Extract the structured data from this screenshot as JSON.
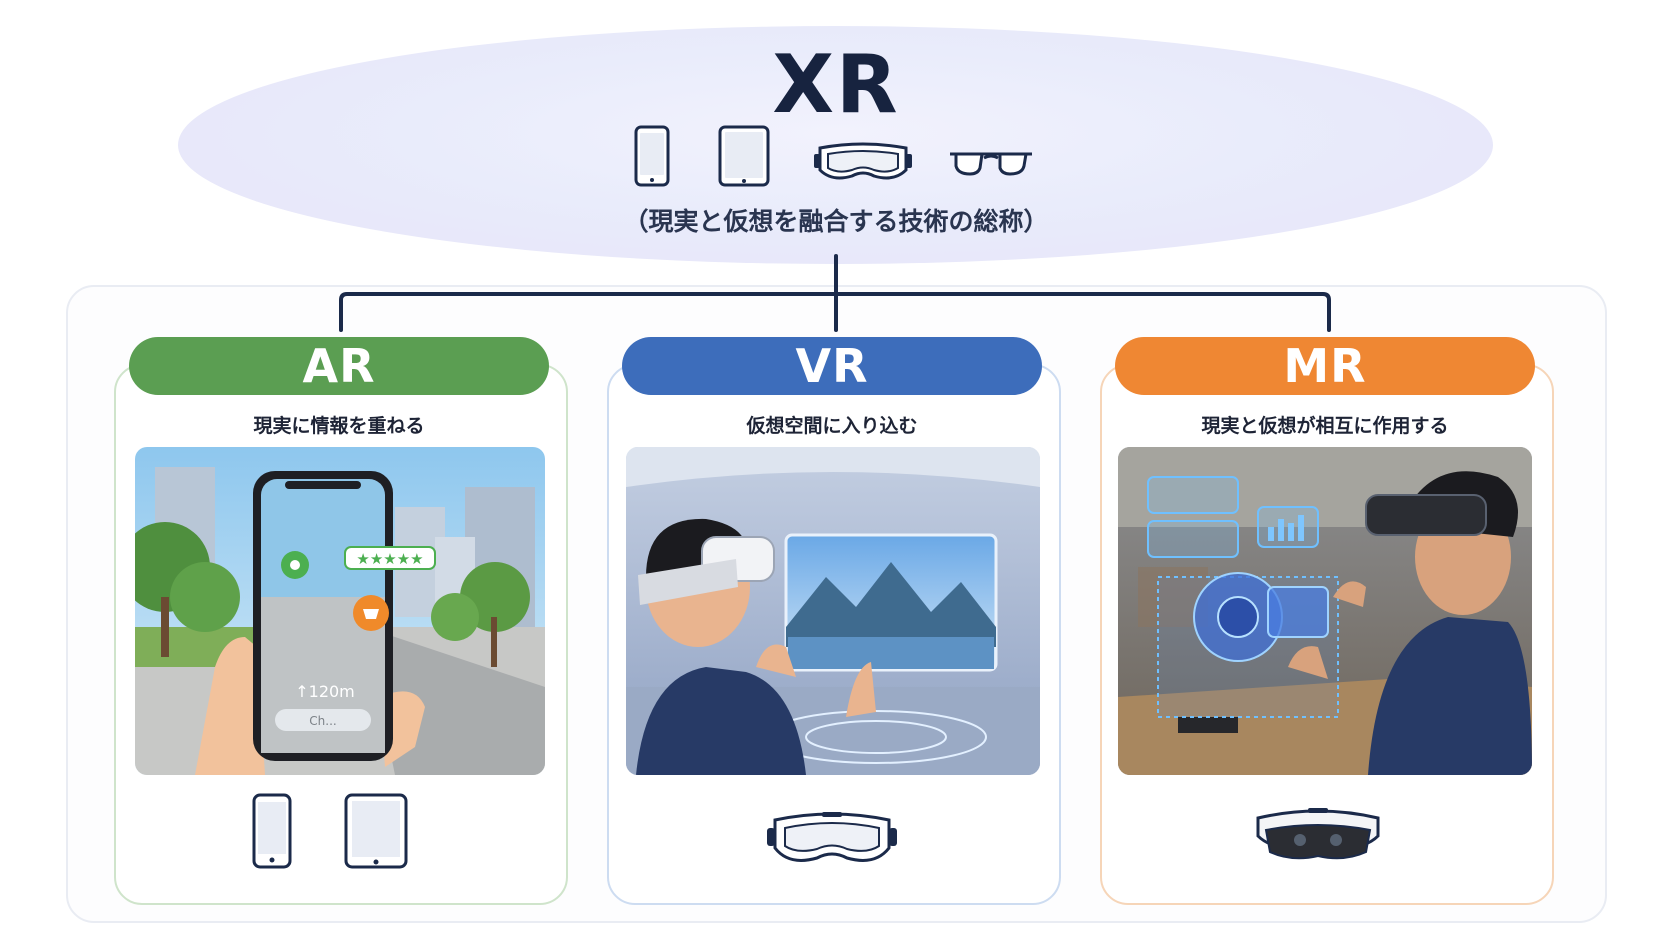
{
  "xr": {
    "title": "XR",
    "subtitle": "（現実と仮想を融合する技術の総称）",
    "devices": [
      "smartphone-icon",
      "tablet-icon",
      "vr-headset-icon",
      "smart-glasses-icon"
    ]
  },
  "categories": [
    {
      "id": "ar",
      "label": "AR",
      "description": "現実に情報を重ねる",
      "color": "#5b9e52",
      "scene_text": {
        "rating": "★★★★★",
        "distance": "↑120m",
        "street": "Ch..."
      },
      "devices": [
        "smartphone-icon",
        "tablet-icon"
      ]
    },
    {
      "id": "vr",
      "label": "VR",
      "description": "仮想空間に入り込む",
      "color": "#3d6dbb",
      "devices": [
        "vr-headset-icon"
      ]
    },
    {
      "id": "mr",
      "label": "MR",
      "description": "現実と仮想が相互に作用する",
      "color": "#ef8733",
      "devices": [
        "mr-headset-icon"
      ]
    }
  ],
  "colors": {
    "connector": "#1b2a4a",
    "ar_border": "#cfe4cb",
    "vr_border": "#cddcf1",
    "mr_border": "#f6d5b8"
  }
}
